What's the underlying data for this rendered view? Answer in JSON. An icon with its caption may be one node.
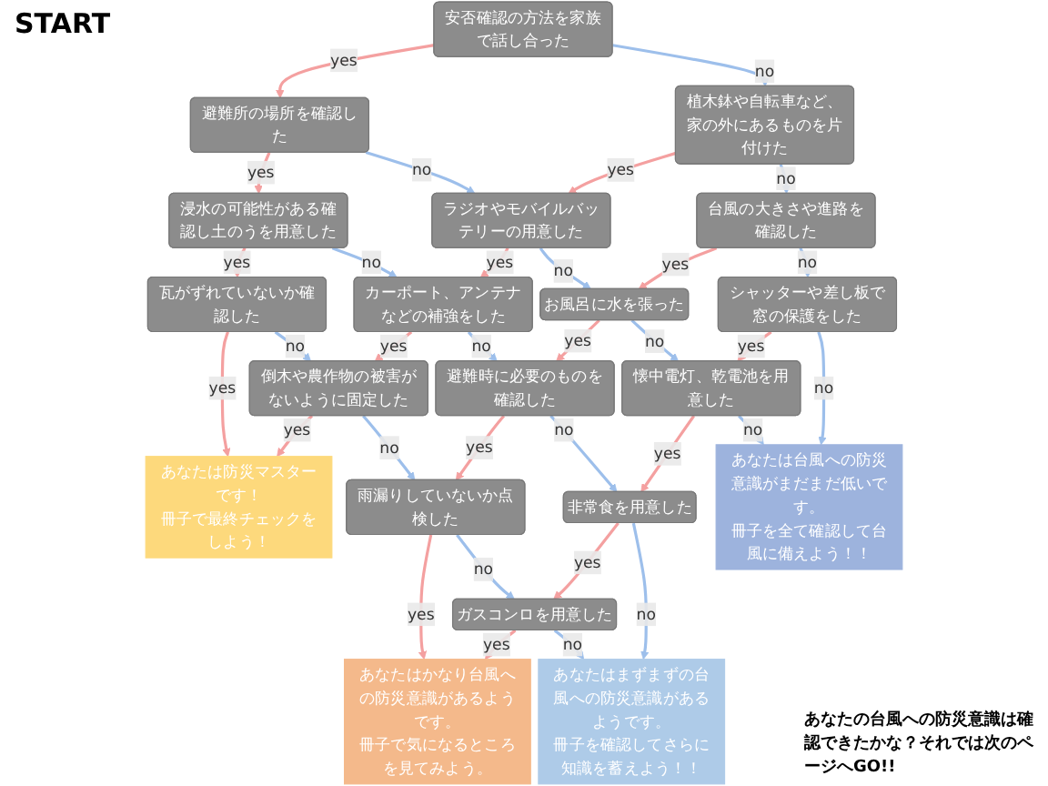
{
  "diagram": {
    "title": "START",
    "nodes": [
      {
        "text": [
          "安否確認の方法を家族で話し合った"
        ]
      },
      {
        "text": [
          "避難所の場所を確認した"
        ]
      },
      {
        "text": [
          "浸水の可能性がある確認し土のうを用意した"
        ]
      },
      {
        "text": [
          "瓦がずれていないか確認した"
        ]
      },
      {
        "text": [
          "あなたは防災マスターです！",
          "冊子で最終チェックをしよう！"
        ]
      },
      {
        "text": [
          "植木鉢や自転車など、家の外にあるものを片付けた"
        ]
      },
      {
        "text": [
          "ラジオやモバイルバッテリーの用意した"
        ]
      },
      {
        "text": [
          "カーポート、アンテナなどの補強をした"
        ]
      },
      {
        "text": [
          "倒木や農作物の被害がないように固定した"
        ]
      },
      {
        "text": [
          "台風の大きさや進路を確認した"
        ]
      },
      {
        "text": [
          "お風呂に水を張った"
        ]
      },
      {
        "text": [
          "避難時に必要のものを確認した"
        ]
      },
      {
        "text": [
          "雨漏りしていないか点検した"
        ]
      },
      {
        "text": [
          "あなたはかなり台風への防災意識があるようです。",
          "冊子で気になるところを見てみよう。"
        ]
      },
      {
        "text": [
          "シャッターや差し板で窓の保護をした"
        ]
      },
      {
        "text": [
          "懐中電灯、乾電池を用意した"
        ]
      },
      {
        "text": [
          "非常食を用意した"
        ]
      },
      {
        "text": [
          "ガスコンロを用意した"
        ]
      },
      {
        "text": [
          "あなたは台風への防災意識がまだまだ低いです。",
          "冊子を全て確認して台風に備えよう！！"
        ]
      },
      {
        "text": [
          "あなたはまずまずの台風への防災意識があるようです。",
          "冊子を確認してさらに知識を蓄えよう！！"
        ]
      }
    ],
    "edges": [
      {
        "from": 0,
        "to": 1,
        "arrow": "to",
        "label": "yes",
        "color": "#f4a0a0"
      },
      {
        "from": 1,
        "to": 2,
        "arrow": "to",
        "label": "yes",
        "color": "#f4a0a0"
      },
      {
        "from": 2,
        "to": 3,
        "arrow": "to",
        "label": "yes",
        "color": "#f4a0a0"
      },
      {
        "from": 3,
        "to": 4,
        "arrow": "to",
        "label": "yes",
        "color": "#f4a0a0"
      },
      {
        "from": 5,
        "to": 6,
        "arrow": "to",
        "label": "yes",
        "color": "#f4a0a0"
      },
      {
        "from": 6,
        "to": 7,
        "arrow": "to",
        "label": "yes",
        "color": "#f4a0a0"
      },
      {
        "from": 7,
        "to": 8,
        "arrow": "to",
        "label": "yes",
        "color": "#f4a0a0"
      },
      {
        "from": 8,
        "to": 4,
        "arrow": "to",
        "label": "yes",
        "color": "#f4a0a0"
      },
      {
        "from": 9,
        "to": 10,
        "arrow": "to",
        "label": "yes",
        "color": "#f4a0a0"
      },
      {
        "from": 10,
        "to": 11,
        "arrow": "to",
        "label": "yes",
        "color": "#f4a0a0"
      },
      {
        "from": 11,
        "to": 12,
        "arrow": "to",
        "label": "yes",
        "color": "#f4a0a0"
      },
      {
        "from": 12,
        "to": 13,
        "arrow": "to",
        "label": "yes",
        "color": "#f4a0a0"
      },
      {
        "from": 14,
        "to": 15,
        "arrow": "to",
        "label": "yes",
        "color": "#f4a0a0"
      },
      {
        "from": 15,
        "to": 16,
        "arrow": "to",
        "label": "yes",
        "color": "#f4a0a0"
      },
      {
        "from": 16,
        "to": 17,
        "arrow": "to",
        "label": "yes",
        "color": "#f4a0a0"
      },
      {
        "from": 17,
        "to": 13,
        "arrow": "to",
        "label": "yes",
        "color": "#f4a0a0"
      },
      {
        "from": 0,
        "to": 5,
        "arrow": "to",
        "label": "no",
        "color": "#9dbfeb"
      },
      {
        "from": 5,
        "to": 9,
        "arrow": "to",
        "label": "no",
        "color": "#9dbfeb"
      },
      {
        "from": 9,
        "to": 14,
        "arrow": "to",
        "label": "no",
        "color": "#9dbfeb"
      },
      {
        "from": 14,
        "to": 18,
        "arrow": "to",
        "label": "no",
        "color": "#9dbfeb"
      },
      {
        "from": 1,
        "to": 6,
        "arrow": "to",
        "label": "no",
        "color": "#9dbfeb"
      },
      {
        "from": 6,
        "to": 10,
        "arrow": "to",
        "label": "no",
        "color": "#9dbfeb"
      },
      {
        "from": 10,
        "to": 15,
        "arrow": "to",
        "label": "no",
        "color": "#9dbfeb"
      },
      {
        "from": 15,
        "to": 18,
        "arrow": "to",
        "label": "no",
        "color": "#9dbfeb"
      },
      {
        "from": 2,
        "to": 7,
        "arrow": "to",
        "label": "no",
        "color": "#9dbfeb"
      },
      {
        "from": 7,
        "to": 11,
        "arrow": "to",
        "label": "no",
        "color": "#9dbfeb"
      },
      {
        "from": 11,
        "to": 16,
        "arrow": "to",
        "label": "no",
        "color": "#9dbfeb"
      },
      {
        "from": 16,
        "to": 19,
        "arrow": "to",
        "label": "no",
        "color": "#9dbfeb"
      },
      {
        "from": 3,
        "to": 8,
        "arrow": "to",
        "label": "no",
        "color": "#9dbfeb"
      },
      {
        "from": 8,
        "to": 12,
        "arrow": "to",
        "label": "no",
        "color": "#9dbfeb"
      },
      {
        "from": 12,
        "to": 17,
        "arrow": "to",
        "label": "no",
        "color": "#9dbfeb"
      },
      {
        "from": 17,
        "to": 19,
        "arrow": "to",
        "label": "no",
        "color": "#9dbfeb"
      }
    ],
    "labels": [
      "あなたの台風への防災意識は確認できたかな？それでは次のページへGO!!"
    ]
  }
}
